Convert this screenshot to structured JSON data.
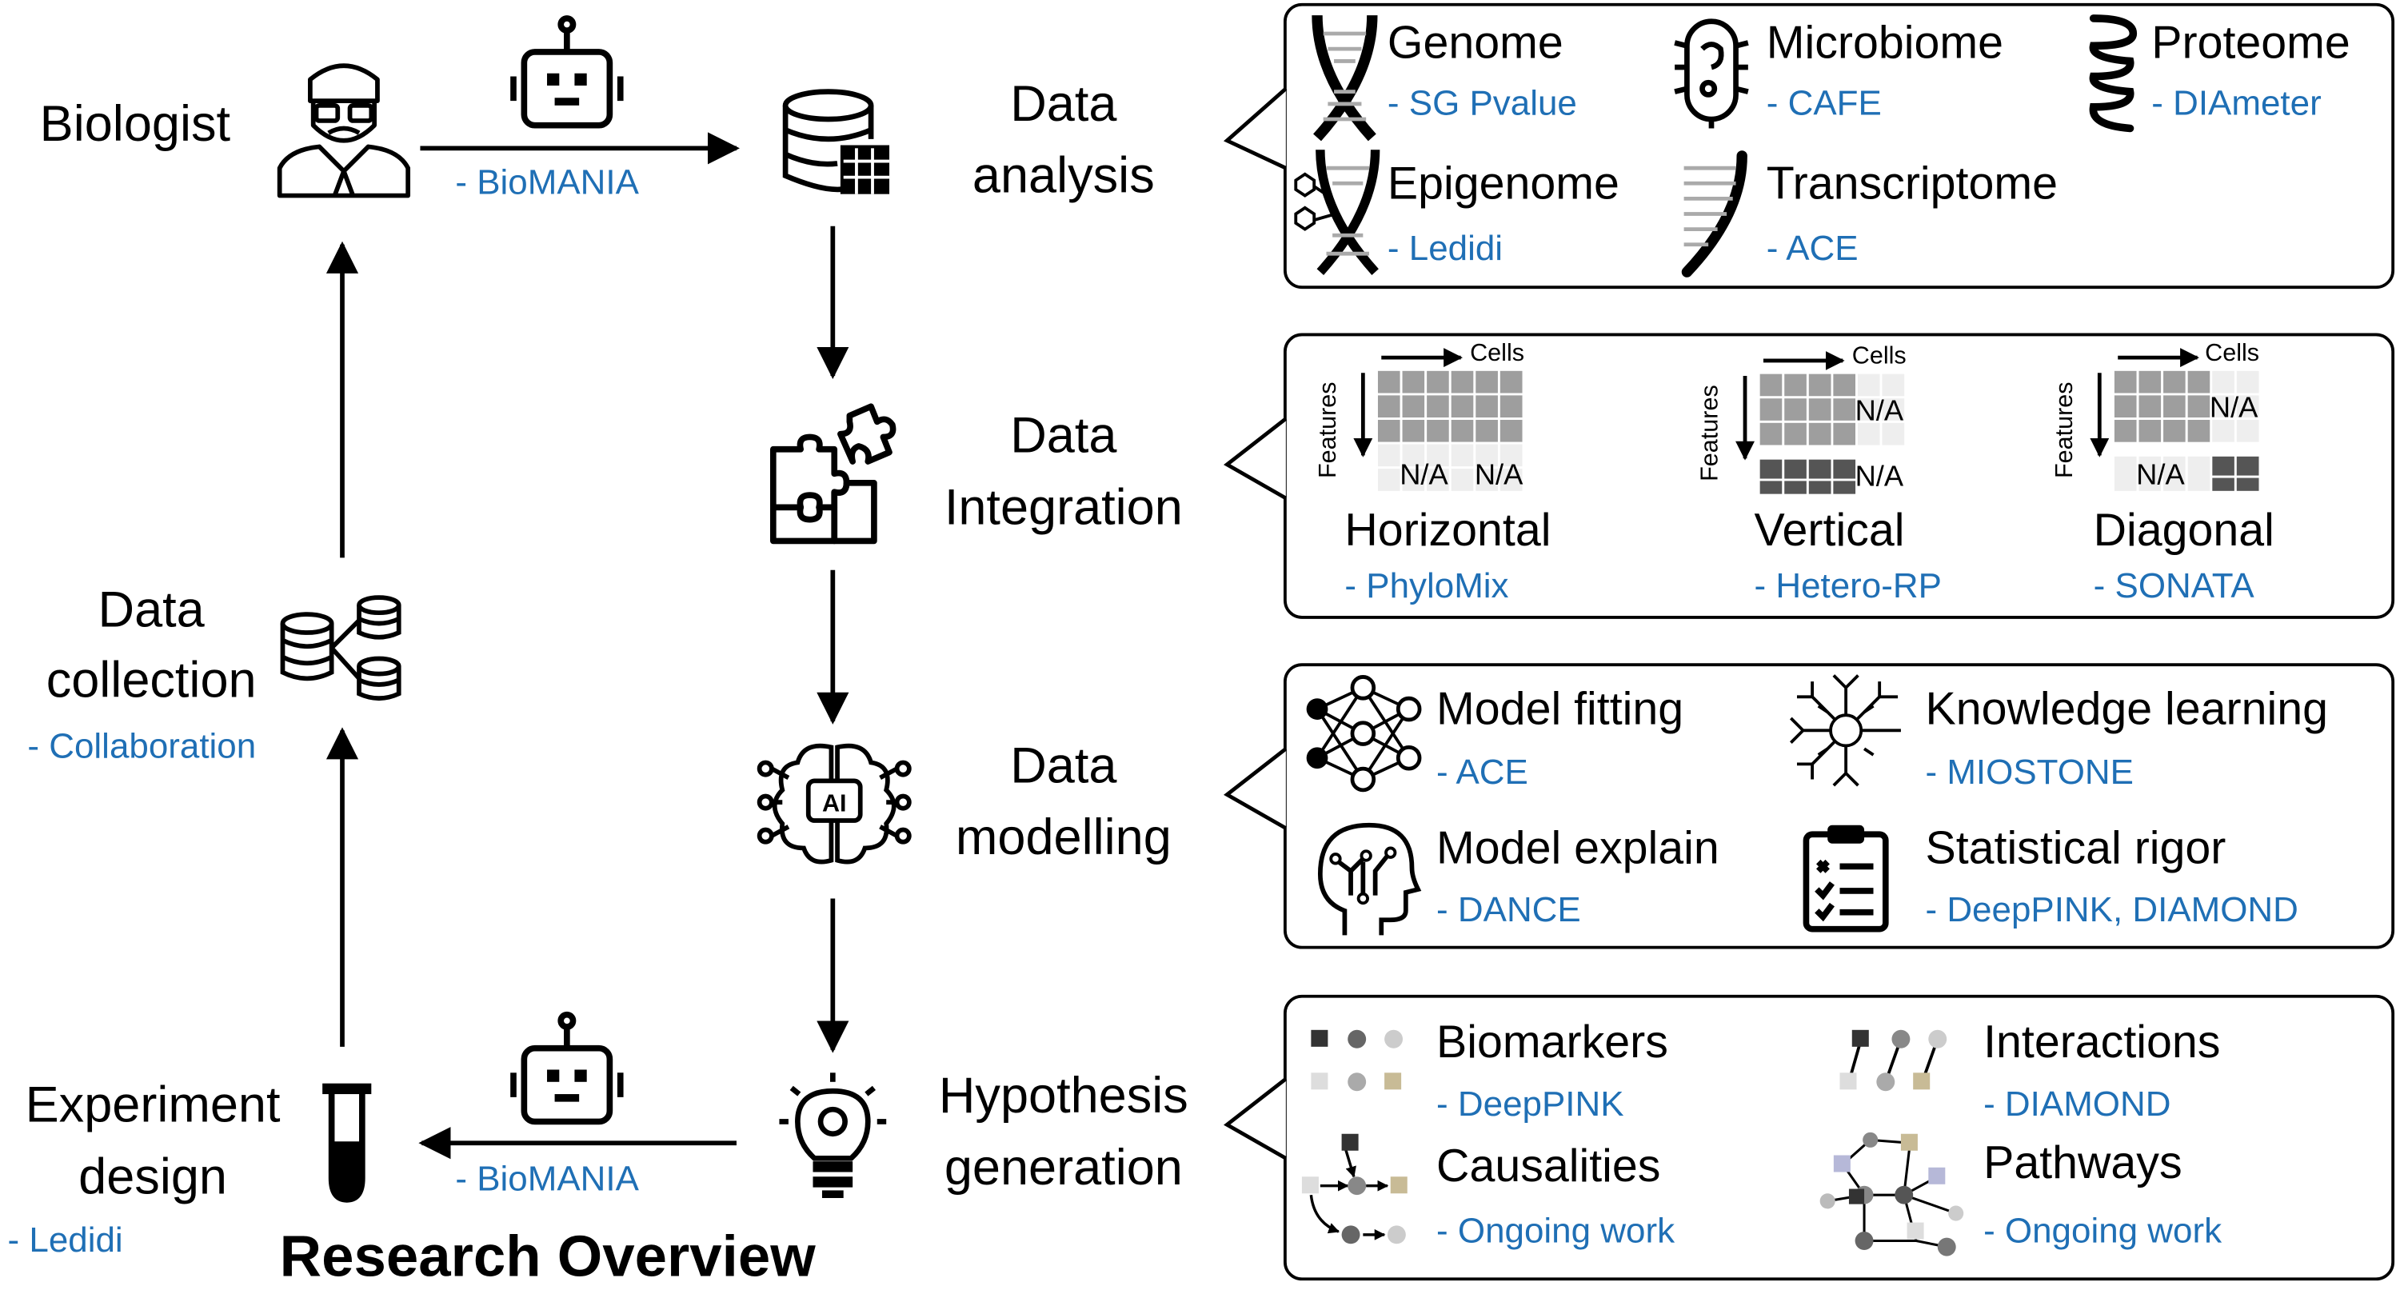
{
  "title": "Research Overview",
  "left_flow": {
    "biologist": "Biologist",
    "data_collection": [
      "Data",
      "collection"
    ],
    "collaboration": "- Collaboration",
    "experiment_design": [
      "Experiment",
      "design"
    ],
    "ledidi": "- Ledidi",
    "biomania_top": "- BioMANIA",
    "biomania_bottom": "- BioMANIA"
  },
  "stages": {
    "analysis": [
      "Data",
      "analysis"
    ],
    "integration": [
      "Data",
      "Integration"
    ],
    "modelling": [
      "Data",
      "modelling"
    ],
    "hypothesis": [
      "Hypothesis",
      "generation"
    ]
  },
  "analysis_panel": {
    "items": [
      {
        "label": "Genome",
        "tool": "- SG Pvalue"
      },
      {
        "label": "Microbiome",
        "tool": "- CAFE"
      },
      {
        "label": "Proteome",
        "tool": "- DIAmeter"
      },
      {
        "label": "Epigenome",
        "tool": "- Ledidi"
      },
      {
        "label": "Transcriptome",
        "tool": "- ACE"
      }
    ]
  },
  "integration_panel": {
    "axis_cells": "Cells",
    "axis_features": "Features",
    "na": "N/A",
    "items": [
      {
        "label": "Horizontal",
        "tool": "- PhyloMix"
      },
      {
        "label": "Vertical",
        "tool": "- Hetero-RP"
      },
      {
        "label": "Diagonal",
        "tool": "- SONATA"
      }
    ]
  },
  "modelling_panel": {
    "items": [
      {
        "label": "Model fitting",
        "tool": "- ACE"
      },
      {
        "label": "Knowledge learning",
        "tool": "- MIOSTONE"
      },
      {
        "label": "Model explain",
        "tool": "- DANCE"
      },
      {
        "label": "Statistical rigor",
        "tool": "- DeepPINK, DIAMOND"
      }
    ]
  },
  "hypothesis_panel": {
    "items": [
      {
        "label": "Biomarkers",
        "tool": "- DeepPINK"
      },
      {
        "label": "Interactions",
        "tool": "- DIAMOND"
      },
      {
        "label": "Causalities",
        "tool": "- Ongoing work"
      },
      {
        "label": "Pathways",
        "tool": "- Ongoing work"
      }
    ]
  },
  "colors": {
    "tool_text": "#1f6fb5",
    "dark_cell": "#555555",
    "light_cell": "#9e9e9e",
    "na_cell": "#eeeeee"
  },
  "icons": [
    "biologist-icon",
    "robot-icon",
    "database-grid-icon",
    "puzzle-icon",
    "ai-brain-icon",
    "lightbulb-icon",
    "databases-icon",
    "test-tube-icon",
    "dna-icon",
    "microbe-icon",
    "protein-helix-icon",
    "epigenome-icon",
    "transcriptome-icon",
    "neural-network-icon",
    "phylogenetic-tree-icon",
    "head-circuit-icon",
    "clipboard-checklist-icon"
  ]
}
